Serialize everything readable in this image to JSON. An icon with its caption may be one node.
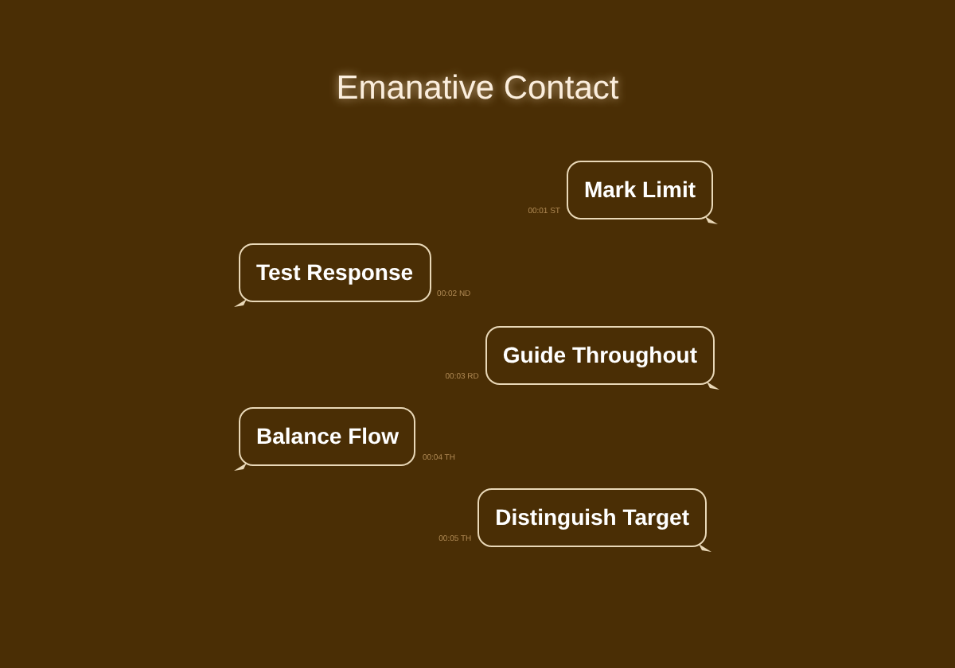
{
  "diagram": {
    "title": "Emanative Contact",
    "nodes": [
      {
        "text": [
          "Mark Limit"
        ],
        "beside": [
          "00:01 ST"
        ]
      },
      {
        "text": [
          "Test Response"
        ],
        "beside": [
          "00:02 ND"
        ]
      },
      {
        "text": [
          "Guide Throughout"
        ],
        "beside": [
          "00:03 RD"
        ]
      },
      {
        "text": [
          "Balance Flow"
        ],
        "beside": [
          "00:04 TH"
        ]
      },
      {
        "text": [
          "Distinguish Target"
        ],
        "beside": [
          "00:05 TH"
        ]
      }
    ]
  }
}
